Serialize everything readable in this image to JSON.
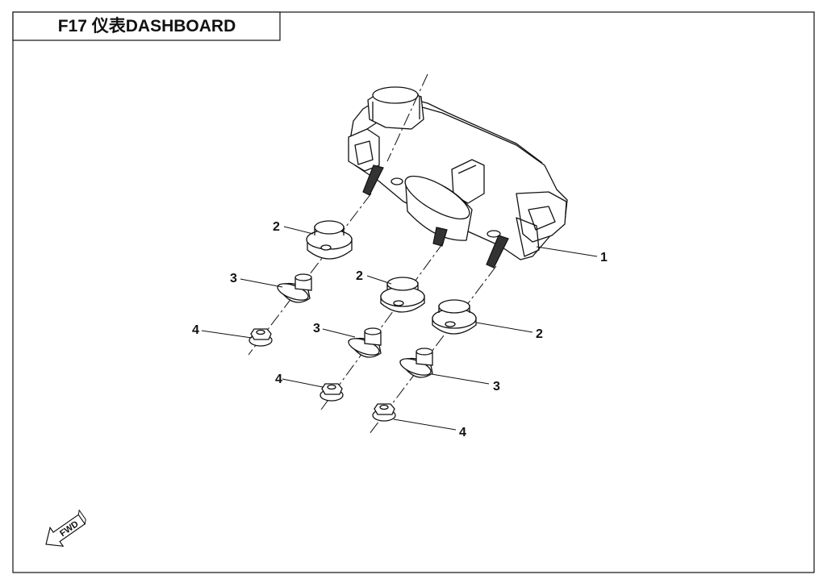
{
  "title": "F17  仪表DASHBOARD",
  "callouts": [
    "1",
    "2",
    "3",
    "4"
  ],
  "fwd_label": "FWD"
}
